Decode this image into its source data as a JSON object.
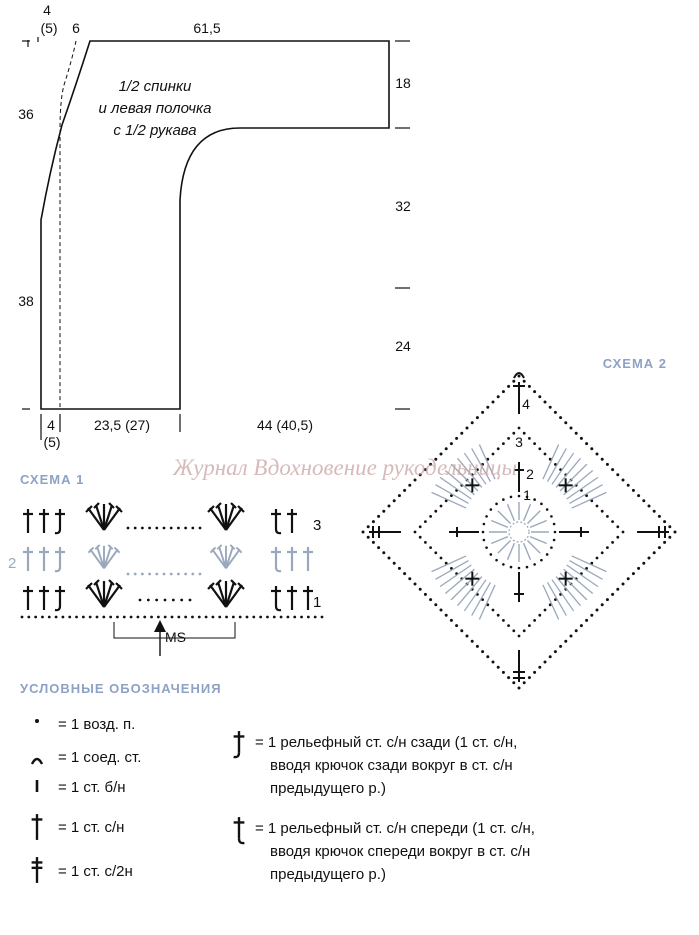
{
  "pattern": {
    "title_lines": [
      "1/2 спинки",
      "и левая полочка",
      "с 1/2 рукава"
    ],
    "dims": {
      "top_left_a": "4",
      "top_left_b": "(5)",
      "top_neck": "6",
      "top_sleeve": "61,5",
      "right_cuff": "18",
      "right_upper": "32",
      "right_lower": "24",
      "left_upper": "36",
      "left_lower": "38",
      "bottom_left_a": "4",
      "bottom_left_b": "(5)",
      "bottom_body": "23,5 (27)",
      "bottom_sleeve": "44 (40,5)"
    }
  },
  "watermark": "Журнал Вдохновение рукодельницы",
  "scheme1": {
    "label": "СХЕМА 1",
    "rows": [
      "3",
      "2",
      "1"
    ],
    "ms": "MS"
  },
  "scheme2": {
    "label": "СХЕМА 2",
    "rounds": [
      "4",
      "3",
      "2",
      "1"
    ]
  },
  "legend": {
    "title": "УСЛОВНЫЕ ОБОЗНАЧЕНИЯ",
    "items": [
      {
        "symbol": "dot-icon",
        "text": "= 1 возд. п."
      },
      {
        "symbol": "arc-icon",
        "text": "= 1 соед. ст."
      },
      {
        "symbol": "bar-icon",
        "text": "= 1 ст. б/н"
      },
      {
        "symbol": "dc-icon",
        "text": "= 1 ст. с/н"
      },
      {
        "symbol": "hdc-icon",
        "text": "= 1 ст. с/2н"
      }
    ],
    "relief_back": [
      "= 1 рельефный ст. с/н сзади (1 ст. с/н,",
      "вводя крючок сзади вокруг в ст. с/н",
      "предыдущего р.)"
    ],
    "relief_front": [
      "= 1 рельефный ст. с/н спереди (1 ст. с/н,",
      "вводя крючок спереди вокруг в ст. с/н",
      "предыдущего р.)"
    ]
  },
  "colors": {
    "ink": "#111111",
    "light_symbols": "#9aa8bc",
    "heading": "#8ea2c6",
    "watermark": "#c9a3a3"
  }
}
